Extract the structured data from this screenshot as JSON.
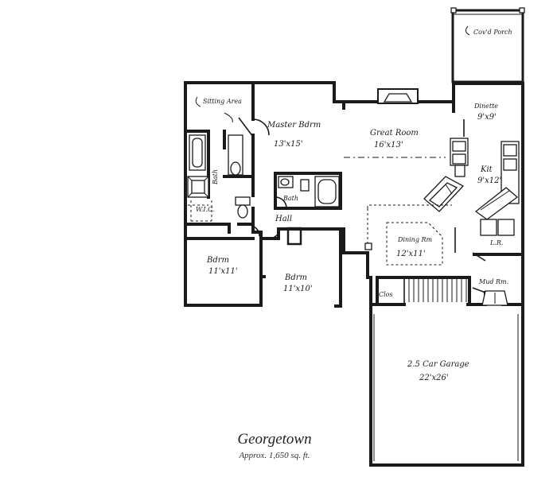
{
  "plan": {
    "title": "Georgetown",
    "area": "Approx. 1,650 sq. ft.",
    "rooms": {
      "covered_porch": "Cov'd Porch",
      "sitting_area": "Sitting Area",
      "master_bedroom": "Master Bdrm",
      "master_bedroom_size": "13'x15'",
      "great_room": "Great Room",
      "great_room_size": "16'x13'",
      "dinette": "Dinette",
      "dinette_size": "9'x9'",
      "kitchen": "Kit",
      "kitchen_size": "9'x12'",
      "bath_master": "Bath",
      "wic": "W.I.C.",
      "bath_hall": "Bath",
      "hall": "Hall",
      "bedroom_2": "Bdrm",
      "bedroom_2_size": "11'x11'",
      "bedroom_3": "Bdrm",
      "bedroom_3_size": "11'x10'",
      "dining_room": "Dining Rm",
      "dining_room_size": "12'x11'",
      "laundry": "L.R.",
      "mud_room": "Mud Rm.",
      "closet": "Clos",
      "garage": "2.5 Car Garage",
      "garage_size": "22'x26'"
    }
  }
}
